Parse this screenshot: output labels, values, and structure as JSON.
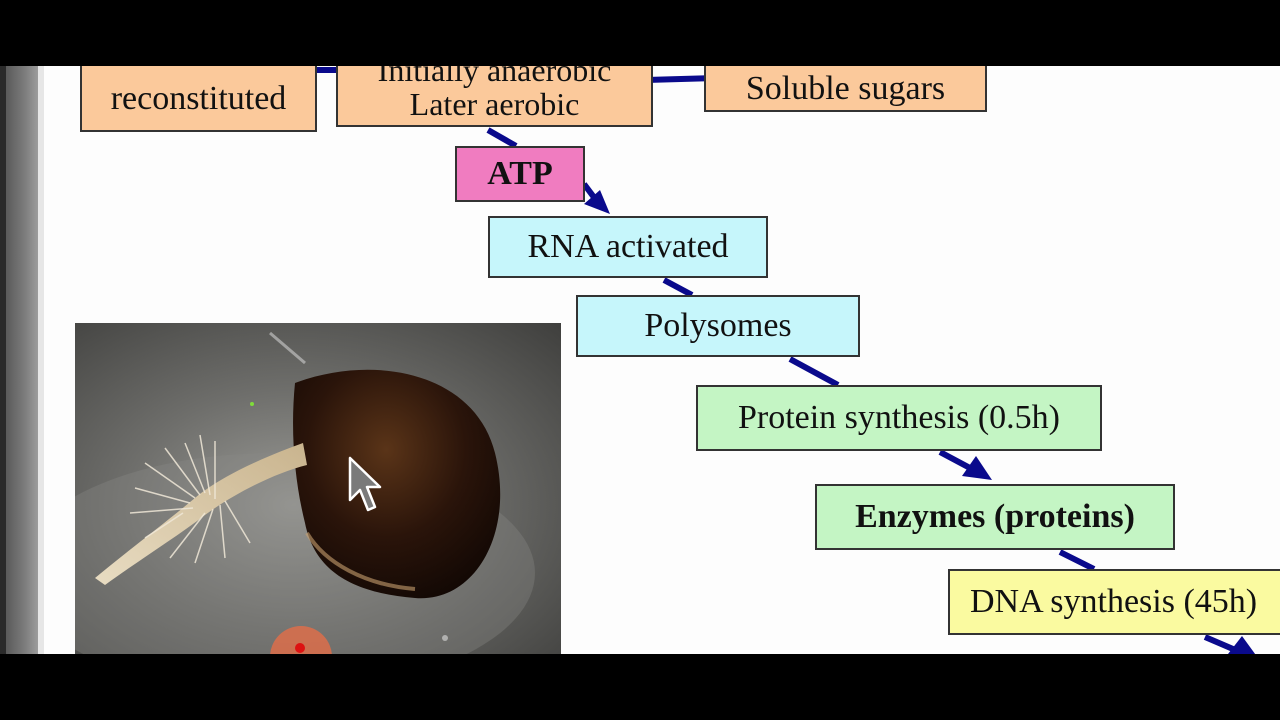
{
  "diagram": {
    "boxes": {
      "reconstituted": "reconstituted",
      "respiration_line1": "Initially anaerobic",
      "respiration_line2": "Later aerobic",
      "soluble_sugars": "Soluble sugars",
      "atp": "ATP",
      "rna_activated": "RNA activated",
      "polysomes": "Polysomes",
      "protein_synthesis": "Protein synthesis (0.5h)",
      "enzymes": "Enzymes (proteins)",
      "dna_synthesis": "DNA synthesis (45h)"
    },
    "colors": {
      "peach": "#fbc99b",
      "pink": "#f07cc0",
      "cyan": "#c6f6fb",
      "green": "#c4f5c4",
      "yellow": "#fafaa0",
      "arrow": "#0a0a8c"
    }
  },
  "photo": {
    "subject": "germinating seed with radicle and root hairs"
  },
  "icons": [
    "cursor-arrow-icon",
    "laser-pointer-dot"
  ]
}
